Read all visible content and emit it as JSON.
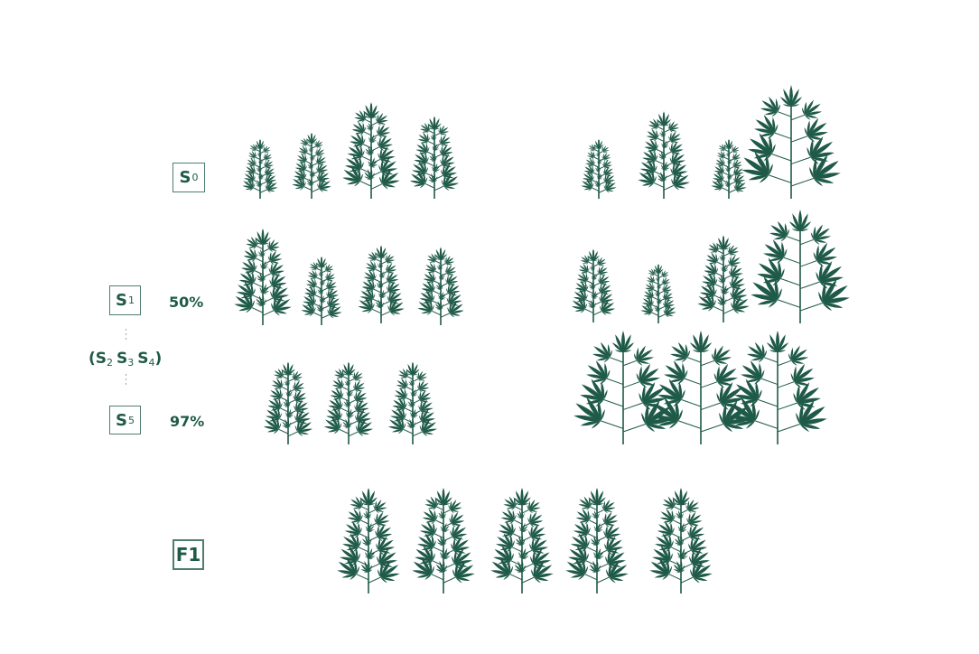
{
  "colors": {
    "plant": "#1f5a48",
    "box_border": "#4f7d6f",
    "text": "#1f5a48"
  },
  "labels": {
    "s0": {
      "letter": "S",
      "sub": "0"
    },
    "s1": {
      "letter": "S",
      "sub": "1"
    },
    "s5": {
      "letter": "S",
      "sub": "5"
    },
    "intermediate": {
      "open": "(",
      "s2": "S",
      "s2_sub": "2",
      "s3": "S",
      "s3_sub": "3",
      "s4": "S",
      "s4_sub": "4",
      "close": ")"
    },
    "f1": "F1",
    "s1_percent": "50%",
    "s5_percent": "97%"
  },
  "rows": [
    {
      "generation": "S0",
      "left_plants": 4,
      "right_plants": 4
    },
    {
      "generation": "S1",
      "left_plants": 4,
      "right_plants": 4
    },
    {
      "generation": "S5",
      "left_plants": 3,
      "right_plants": 3
    },
    {
      "generation": "F1",
      "plants": 5
    }
  ]
}
